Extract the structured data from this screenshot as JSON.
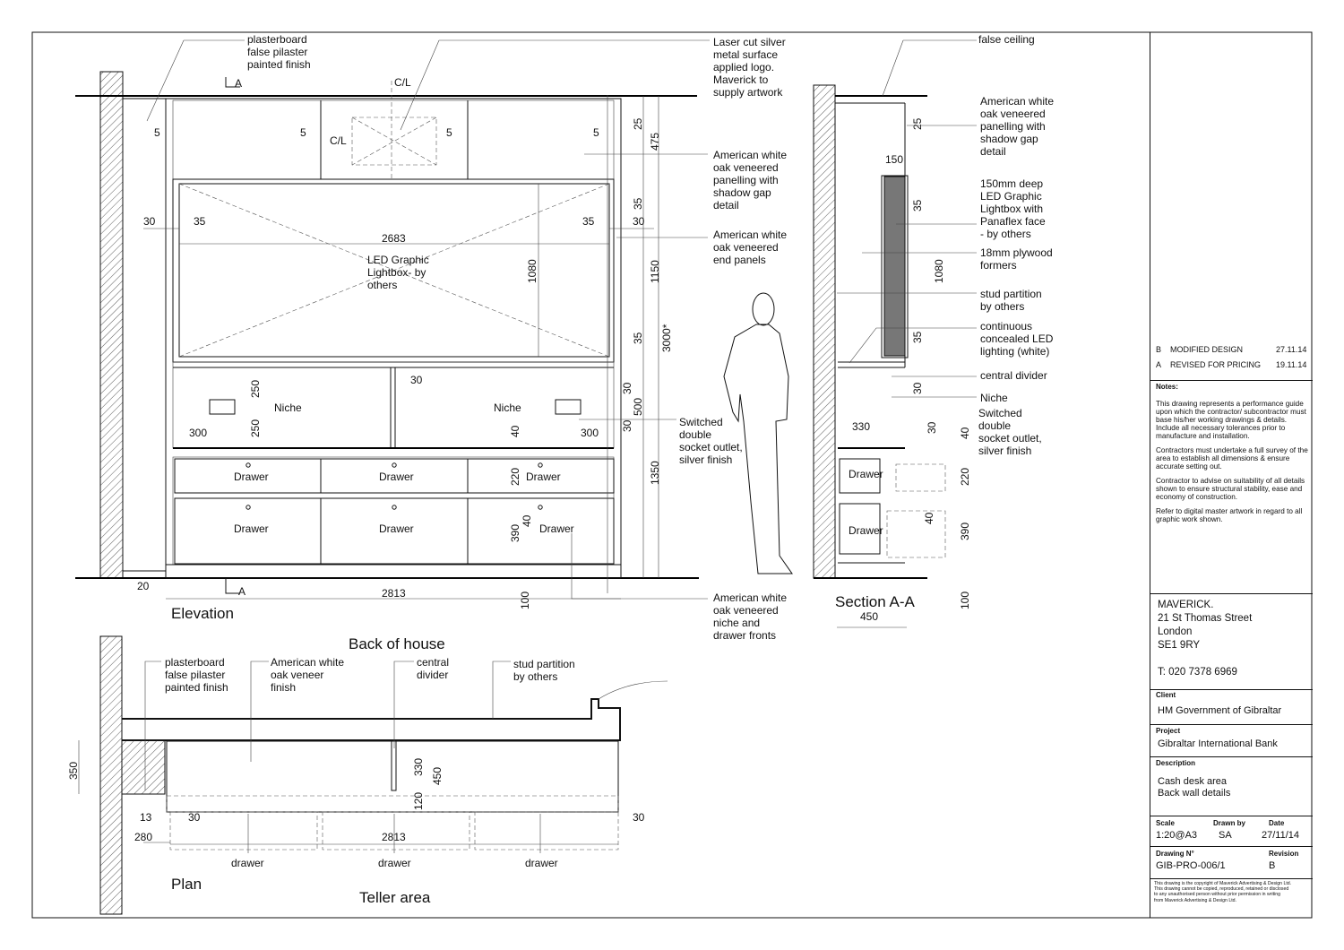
{
  "elevation": {
    "title": "Elevation",
    "dims": {
      "d5a": "5",
      "d5b": "5",
      "d5c": "5",
      "d5d": "5",
      "d30l": "30",
      "d35l": "35",
      "d35r": "35",
      "d30r": "30",
      "d2683": "2683",
      "d1080": "1080",
      "d30mid": "30",
      "d300l": "300",
      "d250a": "250",
      "d250b": "250",
      "d300r": "300",
      "d40a": "40",
      "d220": "220",
      "d40b": "40",
      "d390": "390",
      "d20": "20",
      "d2813": "2813",
      "d100": "100",
      "c25": "25",
      "c475": "475",
      "c35a": "35",
      "c1150": "1150",
      "c35b": "35",
      "c30a": "30",
      "c500": "500",
      "c30b": "30",
      "c1350": "1350",
      "c3000": "3000*"
    },
    "labels": {
      "cl_top": "C/L",
      "cl_mid": "C/L",
      "sec_a_top": "A",
      "sec_a_bot": "A",
      "lightbox": [
        "LED Graphic",
        "Lightbox- by",
        "others"
      ],
      "niche_left": "Niche",
      "niche_right": "Niche",
      "drawer": "Drawer"
    },
    "callouts": {
      "pilaster": [
        "plasterboard",
        "false pilaster",
        "painted finish"
      ],
      "logo": [
        "Laser cut silver",
        "metal surface",
        "applied logo.",
        "Maverick to",
        "supply artwork"
      ],
      "panelling": [
        "American white",
        "oak veneered",
        "panelling with",
        "shadow gap",
        "detail"
      ],
      "end_panels": [
        "American white",
        "oak veneered",
        "end panels"
      ],
      "socket": [
        "Switched",
        "double",
        "socket outlet,",
        "silver finish"
      ],
      "fronts": [
        "American white",
        "oak veneered",
        "niche and",
        "drawer fronts"
      ]
    }
  },
  "section": {
    "title": "Section A-A",
    "dims": {
      "d25": "25",
      "d150": "150",
      "d35a": "35",
      "d1080": "1080",
      "d35b": "35",
      "d30": "30",
      "d330": "330",
      "d30b": "30",
      "d40a": "40",
      "d220": "220",
      "d40b": "40",
      "d390": "390",
      "d100": "100",
      "d450": "450"
    },
    "drawer": "Drawer",
    "callouts": {
      "ceiling": "false ceiling",
      "panelling": [
        "American white",
        "oak veneered",
        "panelling with",
        "shadow gap",
        "detail"
      ],
      "lightbox": [
        "150mm deep",
        "LED Graphic",
        "Lightbox with",
        "Panaflex face",
        "- by others"
      ],
      "plywood": [
        "18mm plywood",
        "formers"
      ],
      "stud": [
        "stud partition",
        "by others"
      ],
      "led": [
        "continuous",
        "concealed LED",
        "lighting (white)"
      ],
      "divider": "central divider",
      "niche": "Niche",
      "socket": [
        "Switched",
        "double",
        "socket outlet,",
        "silver finish"
      ]
    }
  },
  "plan": {
    "title": "Plan",
    "back": "Back of house",
    "teller": "Teller area",
    "dims": {
      "d350": "350",
      "d13": "13",
      "d30l": "30",
      "d280": "280",
      "d2813": "2813",
      "d30r": "30",
      "d330": "330",
      "d120": "120",
      "d450": "450"
    },
    "drawer": "drawer",
    "callouts": {
      "pilaster": [
        "plasterboard",
        "false pilaster",
        "painted finish"
      ],
      "veneer": [
        "American white",
        "oak veneer",
        "finish"
      ],
      "divider": [
        "central",
        "divider"
      ],
      "stud": [
        "stud partition",
        "by others"
      ]
    }
  },
  "titleblock": {
    "revisions": [
      {
        "code": "B",
        "text": "MODIFIED DESIGN",
        "date": "27.11.14"
      },
      {
        "code": "A",
        "text": "REVISED FOR PRICING",
        "date": "19.11.14"
      }
    ],
    "notes_label": "Notes:",
    "notes": [
      "This drawing represents a performance guide upon which the contractor/ subcontractor must base his/her working drawings & details. Include all necessary tolerances prior to manufacture and installation.",
      "Contractors must undertake a full survey of the area to establish all dimensions & ensure accurate setting out.",
      "Contractor to advise on suitability of all details shown to ensure structural stability, ease and economy of construction.",
      "Refer to digital master artwork in regard to all graphic work shown."
    ],
    "company": [
      "MAVERICK.",
      "21 St Thomas Street",
      "London",
      "SE1 9RY"
    ],
    "phone": "T: 020 7378 6969",
    "client_label": "Client",
    "client": "HM Government of Gibraltar",
    "project_label": "Project",
    "project": "Gibraltar International Bank",
    "description_label": "Description",
    "description": [
      "Cash desk area",
      "Back wall details"
    ],
    "scale_label": "Scale",
    "scale": "1:20@A3",
    "drawnby_label": "Drawn by",
    "drawnby": "SA",
    "date_label": "Date",
    "date": "27/11/14",
    "drawingno_label": "Drawing N°",
    "drawingno": "GIB-PRO-006/1",
    "revision_label": "Revision",
    "revision": "B",
    "copyright": [
      "This drawing is the copyright of Maverick Advertising & Design Ltd.",
      "This drawing cannot be copied, reproduced, retained or disclosed",
      "to any unauthorised person without prior permission in writing",
      "from Maverick Advertising & Design Ltd."
    ]
  }
}
